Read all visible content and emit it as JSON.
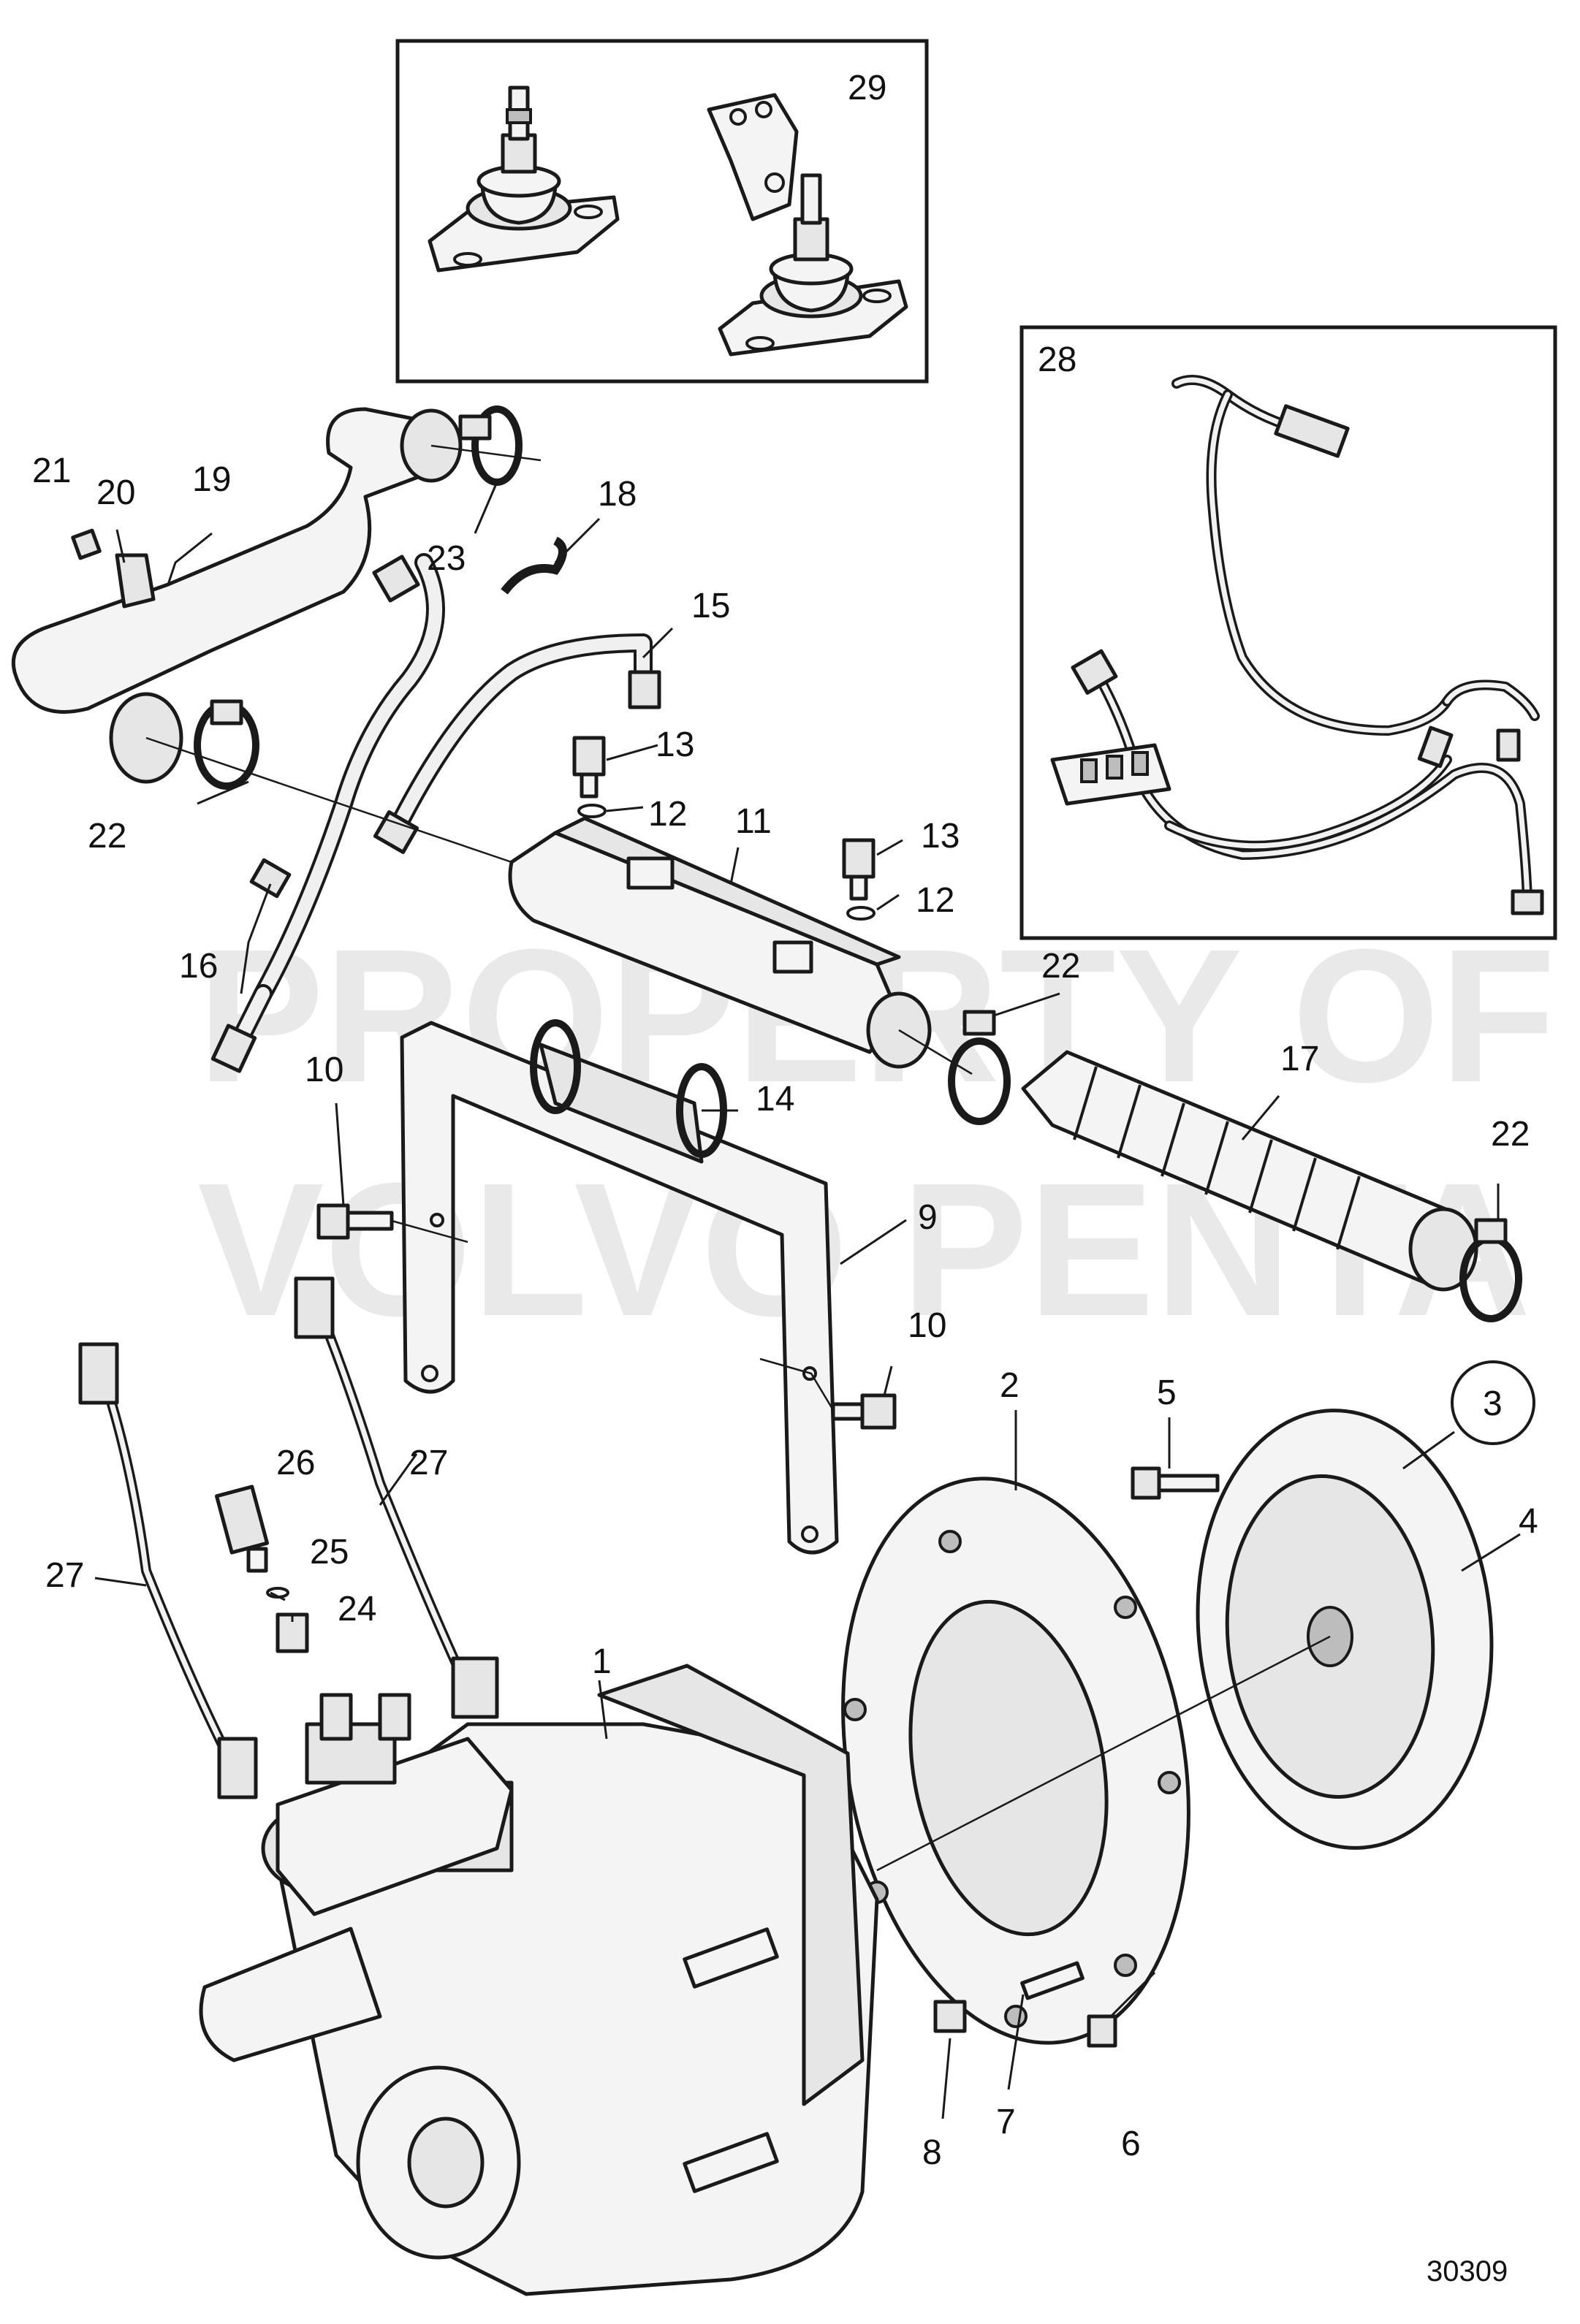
{
  "watermark": {
    "line1": "PROPERTY OF",
    "line2": "VOLVO PENTA"
  },
  "labels": {
    "p1": "1",
    "p2": "2",
    "p3": "3",
    "p4": "4",
    "p5": "5",
    "p6": "6",
    "p7": "7",
    "p8": "8",
    "p9": "9",
    "p10a": "10",
    "p10b": "10",
    "p11": "11",
    "p12a": "12",
    "p12b": "12",
    "p13a": "13",
    "p13b": "13",
    "p14": "14",
    "p15": "15",
    "p16": "16",
    "p17": "17",
    "p18": "18",
    "p19": "19",
    "p20": "20",
    "p21": "21",
    "p22a": "22",
    "p22b": "22",
    "p22c": "22",
    "p23": "23",
    "p24": "24",
    "p25": "25",
    "p26": "26",
    "p27a": "27",
    "p27b": "27",
    "p28": "28",
    "p29": "29"
  },
  "figure_number": "30309",
  "colors": {
    "line": "#1a1a1a",
    "fill": "#f4f4f4",
    "watermark": "#e9e9e9"
  }
}
